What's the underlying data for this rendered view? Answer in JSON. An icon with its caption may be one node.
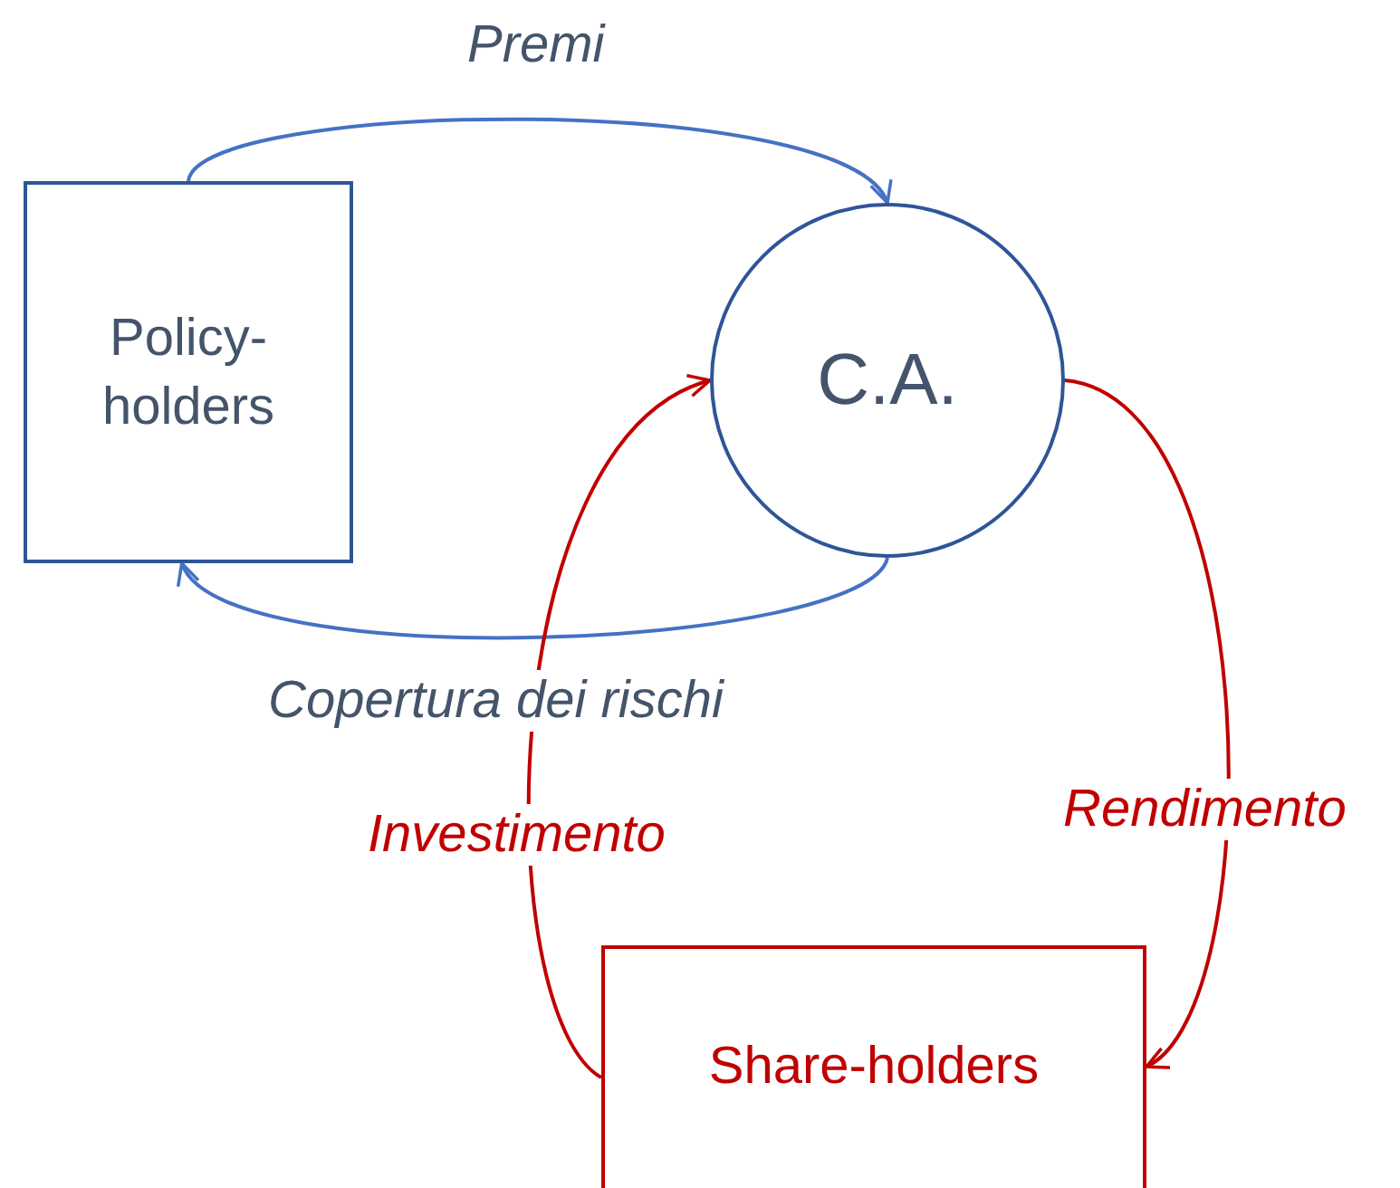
{
  "diagram": {
    "nodes": [
      {
        "text": [
          "Policy-holders"
        ]
      },
      {
        "text": [
          "C.A."
        ]
      },
      {
        "text": [
          "Share-holders"
        ]
      }
    ],
    "edges": [
      {
        "from": 0,
        "to": 1,
        "arrow": "to",
        "label": "Premi",
        "color": "#4472c4"
      },
      {
        "from": 1,
        "to": 0,
        "arrow": "to",
        "label": "Copertura dei rischi",
        "color": "#4472c4"
      },
      {
        "from": 2,
        "to": 1,
        "arrow": "to",
        "label": "Investimento",
        "color": "#c00000"
      },
      {
        "from": 1,
        "to": 2,
        "arrow": "to",
        "label": "Rendimento",
        "color": "#c00000"
      }
    ]
  }
}
